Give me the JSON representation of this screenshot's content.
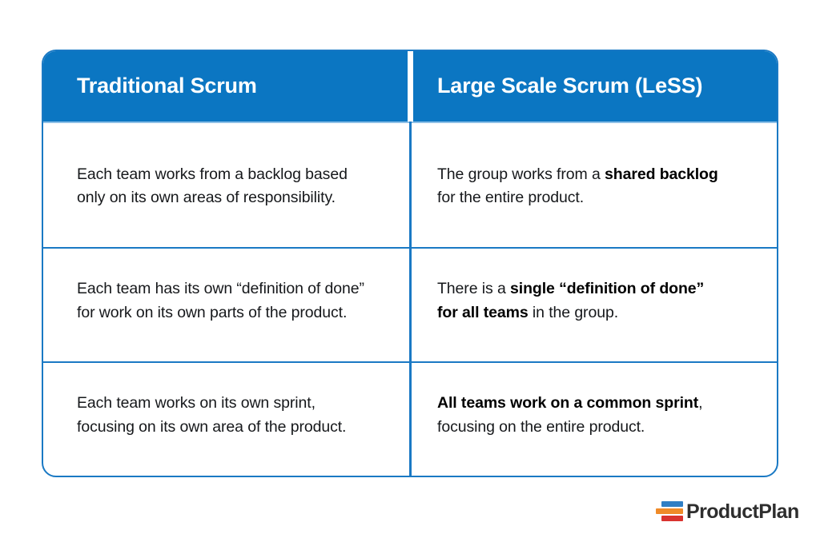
{
  "table": {
    "columns": [
      {
        "id": "traditional-scrum",
        "header": "Traditional Scrum"
      },
      {
        "id": "large-scale-scrum",
        "header": "Large Scale Scrum (LeSS)"
      }
    ],
    "header_background": "#0b76c2",
    "header_text_color": "#ffffff",
    "border_color": "#1a79c4",
    "rows": [
      {
        "left_plain_1": "Each team works from a backlog based only on its own areas of responsibility.",
        "right_plain_1": "The group works from a ",
        "right_bold_1": "shared backlog",
        "right_plain_2": " for the entire product."
      },
      {
        "left_plain_1": "Each team has its own “definition of done” for work on its own parts of the product.",
        "right_plain_1": "There is a ",
        "right_bold_1": "single “definition of done” for all teams",
        "right_plain_2": " in the group."
      },
      {
        "left_plain_1": "Each team works on its own sprint, focusing on its own area of the product.",
        "right_plain_1": "",
        "right_bold_1": "All teams work on a common sprint",
        "right_plain_2": ", focusing on the entire product."
      }
    ]
  },
  "logo": {
    "text": "ProductPlan",
    "bar_colors": {
      "top": "#2f7ec4",
      "middle": "#ef8a28",
      "bottom": "#d9332f"
    }
  }
}
